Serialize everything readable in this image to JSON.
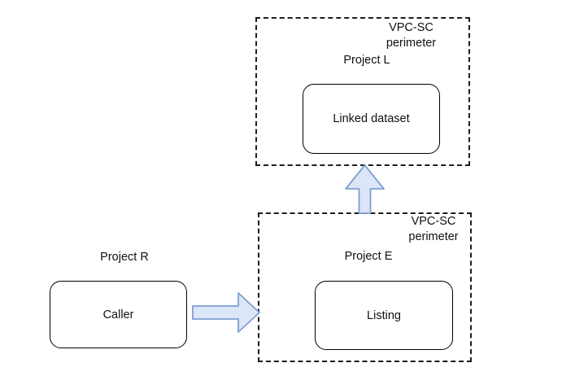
{
  "colors": {
    "arrow_fill": "#dbe7f8",
    "arrow_stroke": "#7f9fd1",
    "perimeter_border": "#1c1c1c",
    "node_border": "#000000"
  },
  "top_perimeter": {
    "title_line1": "VPC-SC",
    "title_line2": "perimeter",
    "project": "Project L",
    "node": "Linked dataset"
  },
  "bottom_perimeter": {
    "title_line1": "VPC-SC",
    "title_line2": "perimeter",
    "project": "Project E",
    "node": "Listing"
  },
  "external": {
    "project": "Project R",
    "node": "Caller"
  }
}
